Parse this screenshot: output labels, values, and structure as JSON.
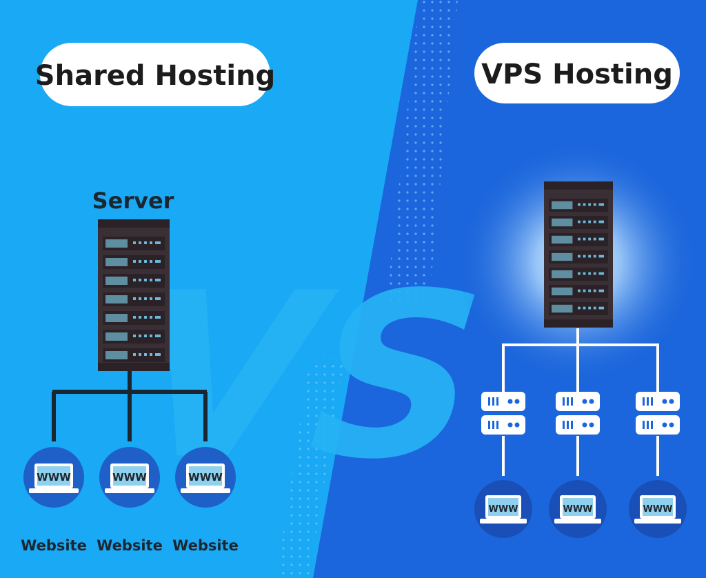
{
  "left": {
    "title": "Shared Hosting",
    "server_label": "Server",
    "sites": [
      {
        "screen_text": "WWW",
        "label": "Website"
      },
      {
        "screen_text": "WWW",
        "label": "Website"
      },
      {
        "screen_text": "WWW",
        "label": "Website"
      }
    ]
  },
  "right": {
    "title": "VPS Hosting",
    "sites": [
      {
        "screen_text": "WWW"
      },
      {
        "screen_text": "WWW"
      },
      {
        "screen_text": "WWW"
      }
    ]
  },
  "center": {
    "versus_text": "VS"
  },
  "colors": {
    "left_bg": "#1aa9f4",
    "right_bg": "#1b66dc",
    "pill_bg": "#ffffff",
    "server_body": "#3a2f35",
    "server_slot": "#5e8ea0",
    "laptop_circle": "#1f5fc8",
    "line_dark": "#1c2630",
    "line_light": "#ffffff"
  },
  "icons": [
    "server-rack-icon",
    "laptop-icon",
    "mini-server-icon"
  ]
}
